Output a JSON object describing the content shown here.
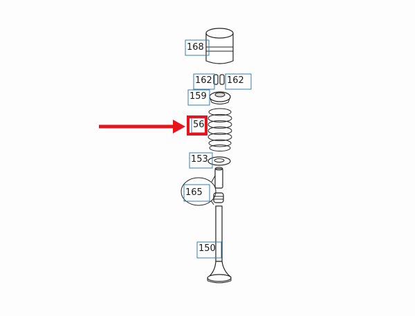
{
  "diagram": {
    "callouts": [
      {
        "id": "c168",
        "label": "168"
      },
      {
        "id": "c162a",
        "label": "162"
      },
      {
        "id": "c162b",
        "label": "162"
      },
      {
        "id": "c159",
        "label": "159"
      },
      {
        "id": "c156",
        "label": "56"
      },
      {
        "id": "c153",
        "label": "153"
      },
      {
        "id": "c165",
        "label": "165"
      },
      {
        "id": "c150",
        "label": "150"
      }
    ],
    "highlight": {
      "color": "#e8141b"
    },
    "callout_color": "#2f7fb3"
  }
}
